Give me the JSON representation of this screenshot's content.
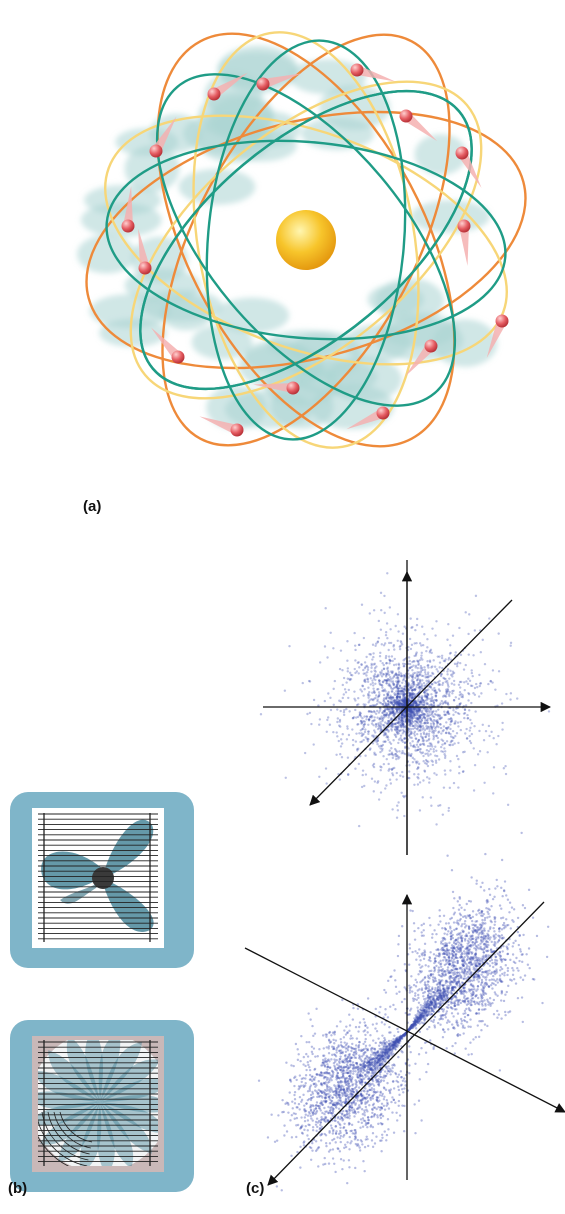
{
  "panels": {
    "a": {
      "label": "(a)"
    },
    "b": {
      "label": "(b)"
    },
    "c": {
      "label": "(c)"
    }
  },
  "colors": {
    "cloud": "#a9d3d2",
    "orbit_orange": "#ee8a3a",
    "orbit_yellow": "#f7d678",
    "orbit_green": "#1f9c86",
    "nucleus": "#f2b21f",
    "electron": "#e2555c",
    "electron_tail": "#f5b0b0",
    "fan_frame": "#7fb5c9",
    "fan_blade": "#3e7f93",
    "grid_line": "#222222",
    "orbital_cloud": "#3e4fb2",
    "axis": "#111111"
  },
  "icons": {
    "atom": "atom-bohr-model-icon",
    "fan_still": "fan-still-icon",
    "fan_spinning": "fan-spinning-icon",
    "orbital_s": "s-orbital-icon",
    "orbital_p": "p-orbital-icon"
  }
}
